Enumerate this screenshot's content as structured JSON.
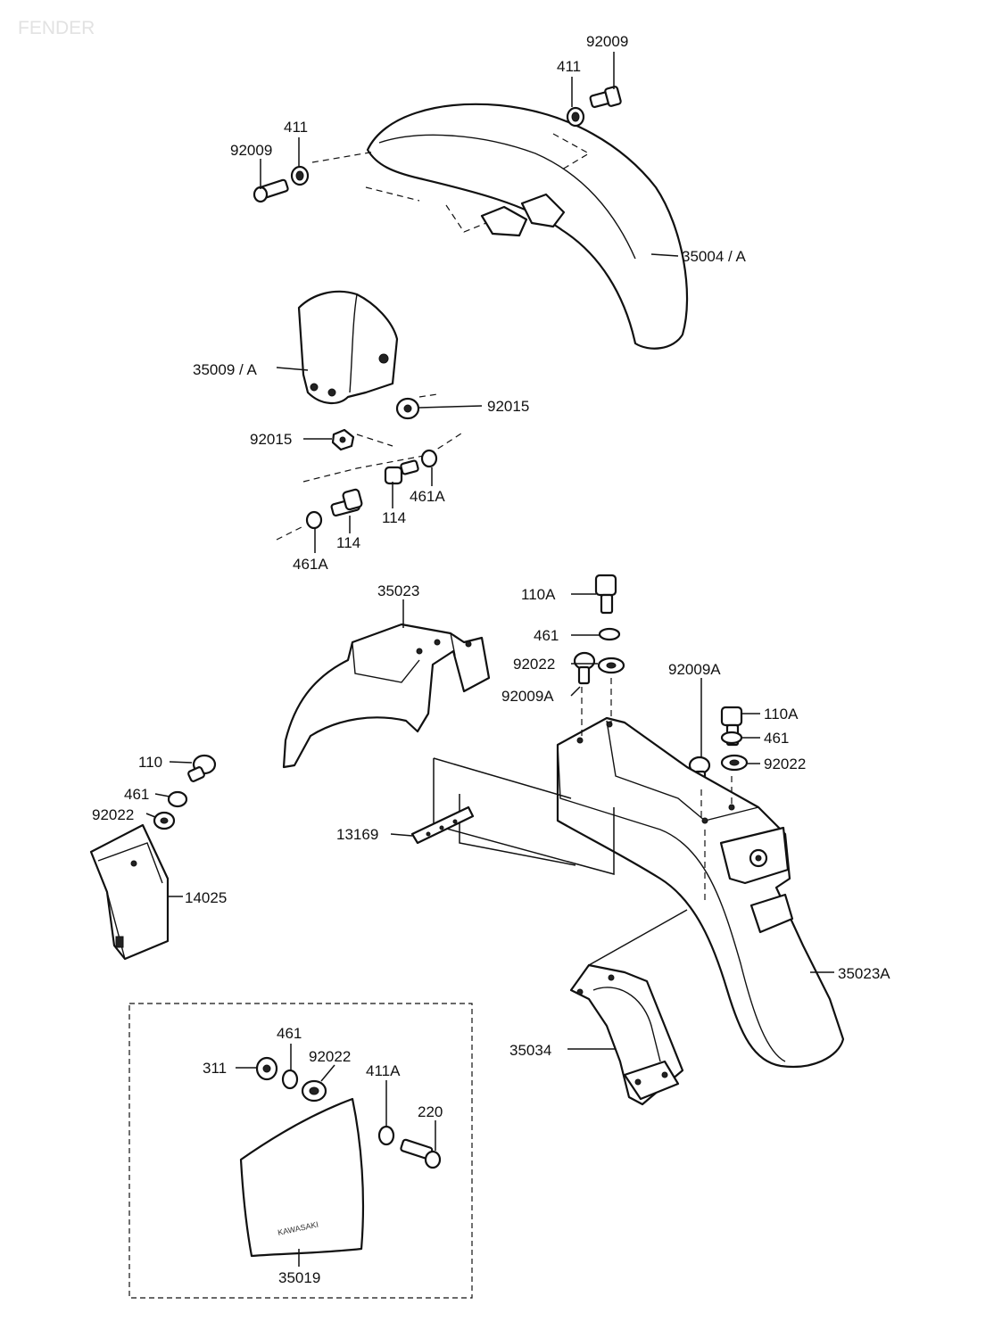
{
  "title": "FENDER",
  "labels": {
    "p92009_top": "92009",
    "p411_top": "411",
    "p411_left": "411",
    "p92009_left": "92009",
    "p35004A": "35004 / A",
    "p35009A": "35009 / A",
    "p92015_right": "92015",
    "p92015_left": "92015",
    "p461A_right": "461A",
    "p114_right": "114",
    "p114_left": "114",
    "p461A_left": "461A",
    "p35023": "35023",
    "p110A_top": "110A",
    "p461_top": "461",
    "p92022_top": "92022",
    "p92009A_left": "92009A",
    "p92009A_right": "92009A",
    "p110A_right": "110A",
    "p461_right": "461",
    "p92022_right": "92022",
    "p110": "110",
    "p461_left": "461",
    "p92022_left": "92022",
    "p13169": "13169",
    "p14025": "14025",
    "p35023A": "35023A",
    "p35034": "35034",
    "p461_box": "461",
    "p92022_box": "92022",
    "p311": "311",
    "p411A": "411A",
    "p220": "220",
    "p35019": "35019"
  },
  "plate_text": "KAWASAKI"
}
